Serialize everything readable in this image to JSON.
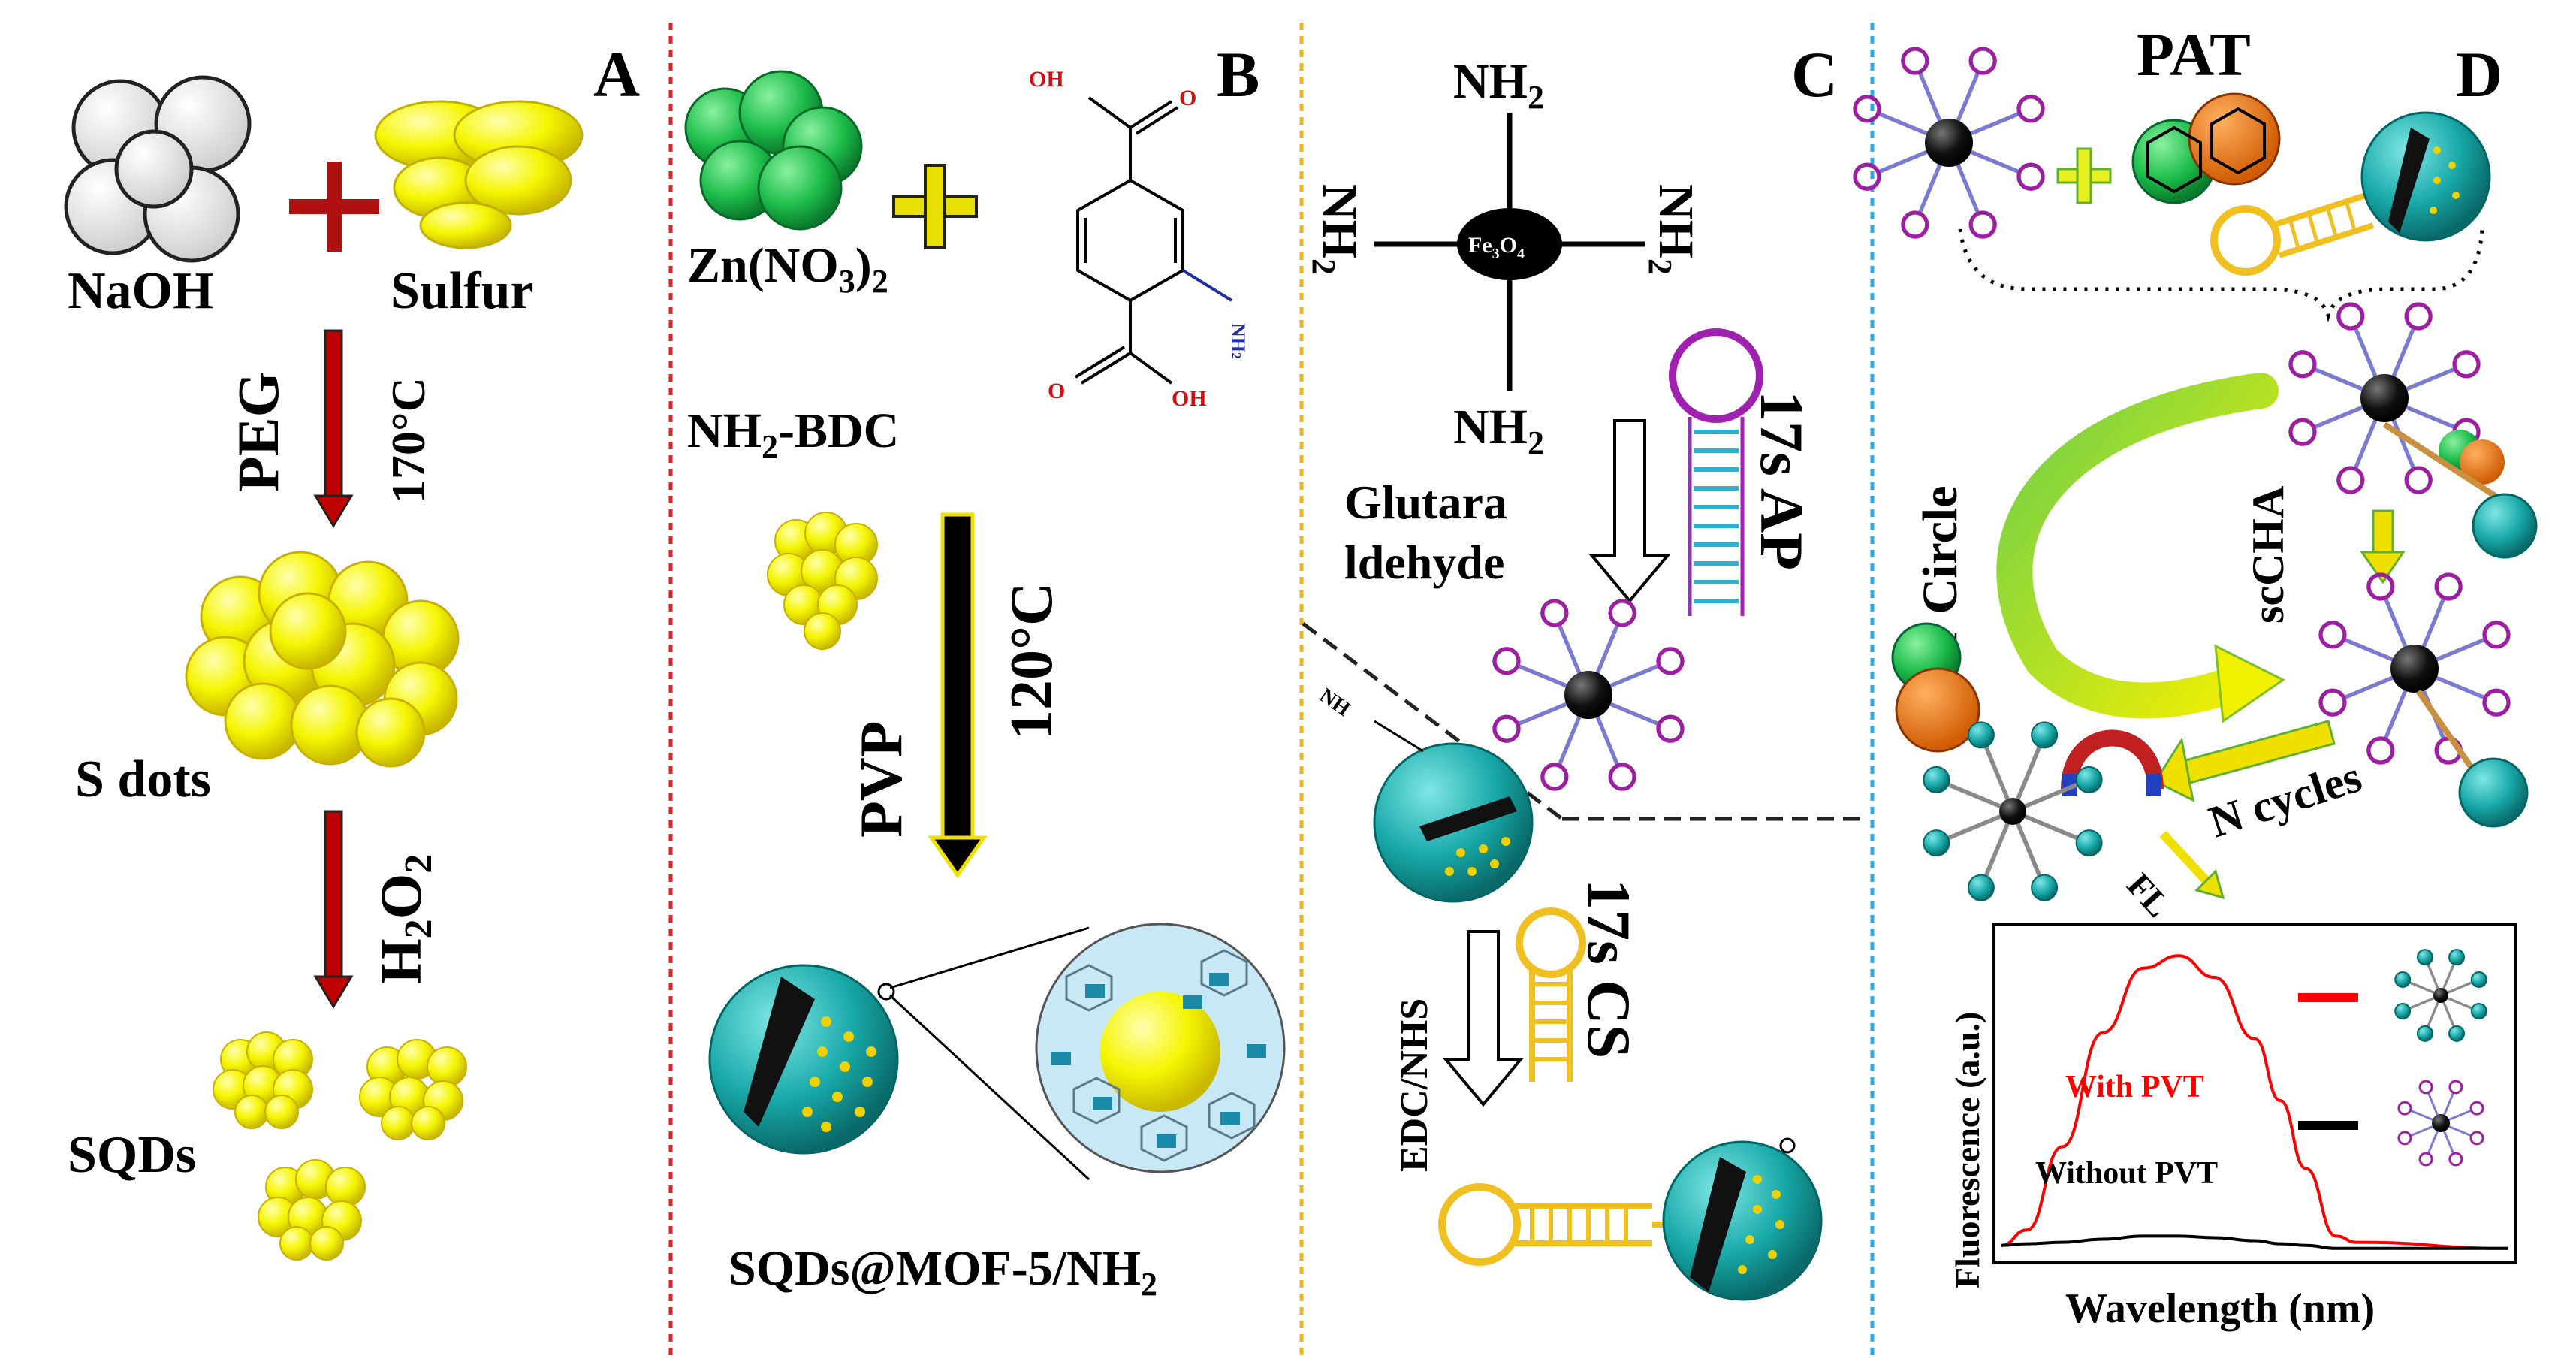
{
  "panels": {
    "A": {
      "letter": "A",
      "naoh": "NaOH",
      "sulfur": "Sulfur",
      "peg": "PEG",
      "temp": "170°C",
      "sdots": "S dots",
      "h2o2": "H",
      "h2o2_sub": "2",
      "h2o2_o": "O",
      "h2o2_sub2": "2",
      "sqds": "SQDs"
    },
    "B": {
      "letter": "B",
      "zn": "Zn(NO",
      "zn_sub3": "3",
      "zn_close": ")",
      "zn_sub2": "2",
      "nh2bdc_a": "NH",
      "nh2bdc_sub": "2",
      "nh2bdc_b": "-BDC",
      "pvp": "PVP",
      "temp": "120°C",
      "product": "SQDs@MOF-5/NH",
      "product_sub": "2",
      "oh_top": "OH",
      "oh_bottom": "OH",
      "o_top": "O",
      "o_bottom": "O",
      "nh2_small": "NH",
      "nh2_small_sub": "2"
    },
    "C": {
      "letter": "C",
      "nh2": "NH",
      "nh2_sub": "2",
      "fe3o4": "Fe",
      "fe3o4_sub3": "3",
      "fe3o4_o": "O",
      "fe3o4_sub4": "4",
      "glutara": "Glutara",
      "ldehyde": "ldehyde",
      "ap": "17s AP",
      "cs": "17s CS",
      "edc": "EDC/NHS",
      "nh2_small": "NH"
    },
    "D": {
      "letter": "D",
      "pat": "PAT",
      "pat_circle": "PAT Circle",
      "sccha": "scCHA",
      "ncycles": "N cycles",
      "fl": "FL",
      "chart_title": "",
      "ylabel": "Fluorescence (a.u.)",
      "xlabel": "Wavelength (nm)",
      "with_label": "With PVT",
      "without_label": "Without PVT"
    }
  },
  "colors": {
    "red_divider": "#e02020",
    "yellow_divider": "#f0b020",
    "blue_divider": "#30a8e0",
    "sulfur_yellow": "#f5f500",
    "teal": "#1aa6a6",
    "purple": "#9b1fa0",
    "arrow_red": "#c00000"
  },
  "chart_data": {
    "type": "line",
    "xlabel": "Wavelength (nm)",
    "ylabel": "Fluorescence (a.u.)",
    "x": [
      0,
      0.05,
      0.12,
      0.2,
      0.28,
      0.35,
      0.42,
      0.5,
      0.55,
      0.6,
      0.66,
      0.7,
      1.0
    ],
    "series": [
      {
        "name": "With PVT",
        "color": "#ff0000",
        "values": [
          0.03,
          0.08,
          0.35,
          0.72,
          0.93,
          0.97,
          0.9,
          0.7,
          0.5,
          0.28,
          0.06,
          0.04,
          0.02
        ]
      },
      {
        "name": "Without PVT",
        "color": "#000000",
        "values": [
          0.03,
          0.035,
          0.04,
          0.05,
          0.06,
          0.06,
          0.055,
          0.045,
          0.035,
          0.03,
          0.02,
          0.02,
          0.02
        ]
      }
    ],
    "legend": "right"
  }
}
